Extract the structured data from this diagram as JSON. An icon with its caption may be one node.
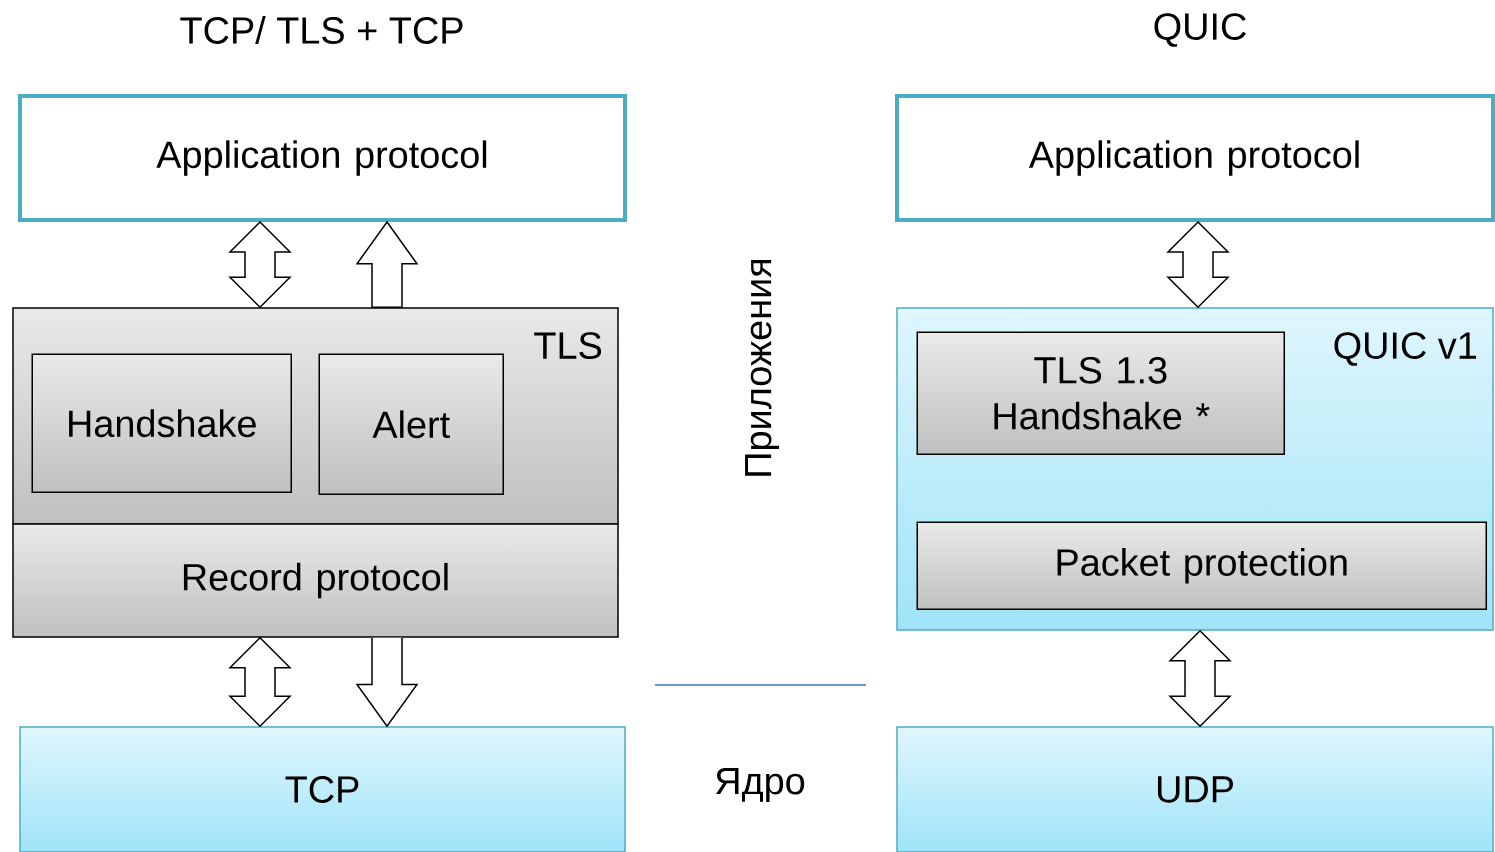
{
  "diagram": {
    "nodes": [
      {
        "text": [
          "Application protocol"
        ]
      },
      {
        "text": [
          "TLS"
        ]
      },
      {
        "text": [
          "Handshake"
        ],
        "in": 1
      },
      {
        "text": [
          "Alert"
        ],
        "in": 1
      },
      {
        "text": [
          "Record protocol"
        ]
      },
      {
        "text": [
          "TCP"
        ]
      },
      {
        "text": [
          "Application protocol"
        ]
      },
      {
        "text": [
          "QUIC v1"
        ]
      },
      {
        "text": [
          "TLS 1.3 Handshake *"
        ],
        "in": 7
      },
      {
        "text": [
          "Packet protection"
        ],
        "in": 7
      },
      {
        "text": [
          "UDP"
        ]
      }
    ],
    "edges": [
      {
        "from": 0,
        "to": 1,
        "arrow": "both"
      },
      {
        "from": 1,
        "to": 0,
        "arrow": "to"
      },
      {
        "from": 4,
        "to": 5,
        "arrow": "both"
      },
      {
        "from": 4,
        "to": 5,
        "arrow": "to"
      },
      {
        "from": 6,
        "to": 7,
        "arrow": "both"
      },
      {
        "from": 7,
        "to": 10,
        "arrow": "both"
      }
    ],
    "labels": [
      "TCP/ TLS + TCP",
      "QUIC",
      "Приложения",
      "Ядро"
    ]
  }
}
